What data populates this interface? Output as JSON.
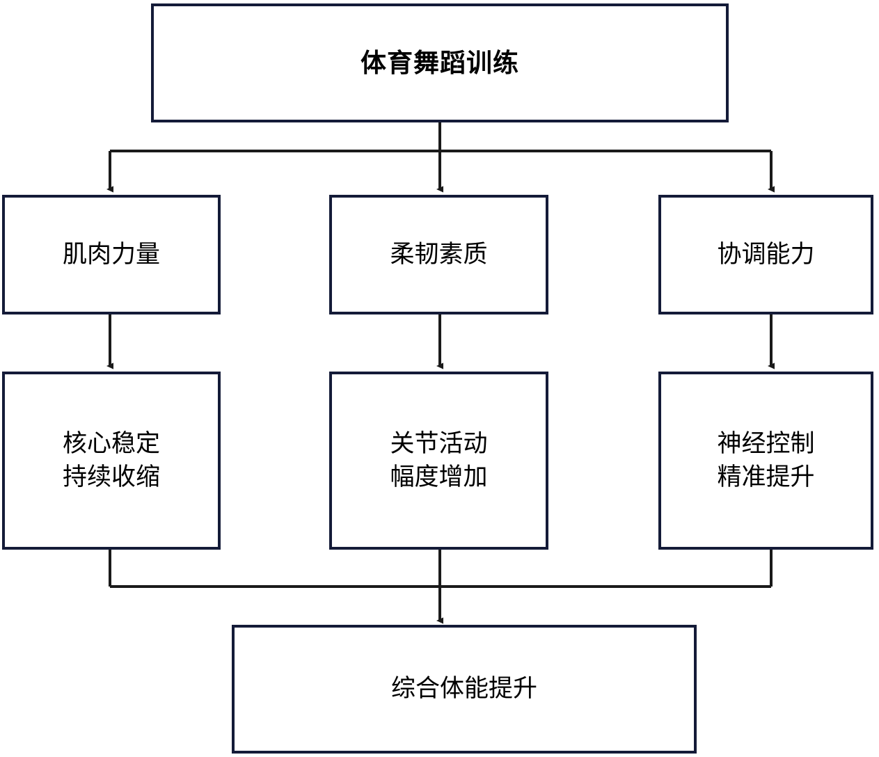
{
  "diagram": {
    "title_node": {
      "id": "sports-dance-training",
      "label": "体育舞蹈训练"
    },
    "row2_nodes": [
      {
        "id": "muscle-strength",
        "label": "肌肉力量"
      },
      {
        "id": "flexibility-quality",
        "label": "柔韧素质"
      },
      {
        "id": "coordination-ability",
        "label": "协调能力"
      }
    ],
    "row3_nodes": [
      {
        "id": "core-stability",
        "label": "核心稳定\n持续收缩"
      },
      {
        "id": "joint-range-of-motion",
        "label": "关节活动\n幅度增加"
      },
      {
        "id": "neural-control",
        "label": "神经控制\n精准提升"
      }
    ],
    "bottom_node": {
      "id": "comprehensive-fitness-improvement",
      "label": "综合体能提升"
    },
    "colors": {
      "border": "#141B38",
      "connector": "#1a1a1a",
      "text": "#000000",
      "background": "#ffffff"
    }
  }
}
